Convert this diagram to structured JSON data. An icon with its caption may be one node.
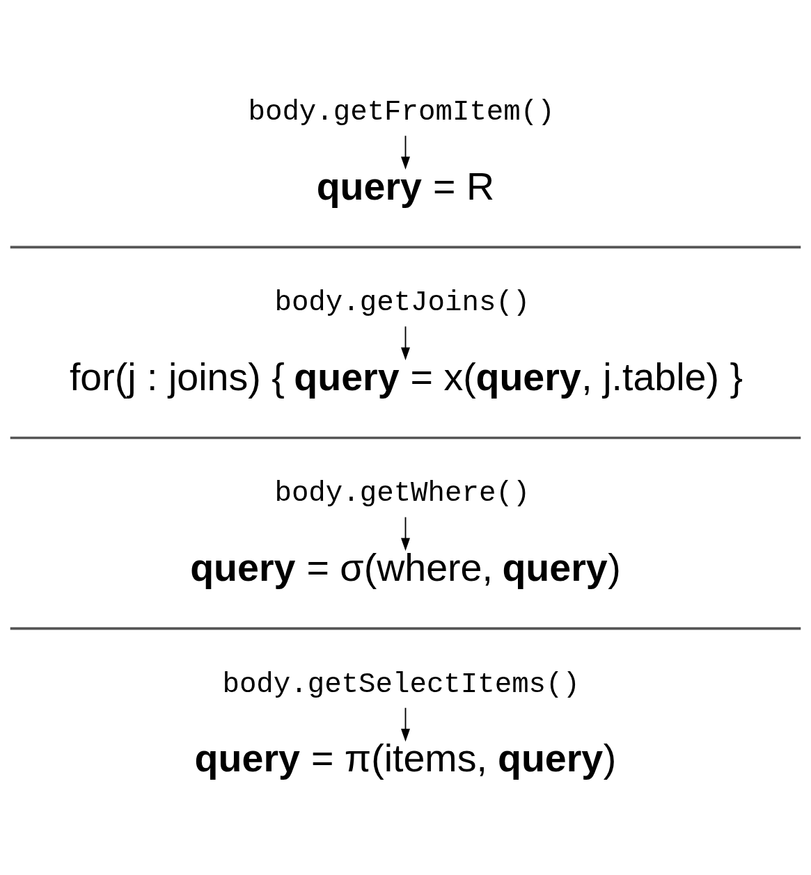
{
  "diagram": {
    "nodes": [
      {
        "text": [
          "body.getFromItem()"
        ]
      },
      {
        "text": [
          "**query** = R"
        ]
      },
      {
        "text": [
          "body.getJoins()"
        ]
      },
      {
        "text": [
          "for(j : joins) { **query** = x(**query**, j.table) }"
        ]
      },
      {
        "text": [
          "body.getWhere()"
        ]
      },
      {
        "text": [
          "**query** = σ(where, **query**)"
        ]
      },
      {
        "text": [
          "body.getSelectItems()"
        ]
      },
      {
        "text": [
          "**query** = π(items, **query**)"
        ]
      }
    ],
    "edges": [
      {
        "from": 0,
        "to": 1,
        "arrow": "to"
      },
      {
        "from": 2,
        "to": 3,
        "arrow": "to"
      },
      {
        "from": 4,
        "to": 5,
        "arrow": "to"
      },
      {
        "from": 6,
        "to": 7,
        "arrow": "to"
      }
    ]
  }
}
